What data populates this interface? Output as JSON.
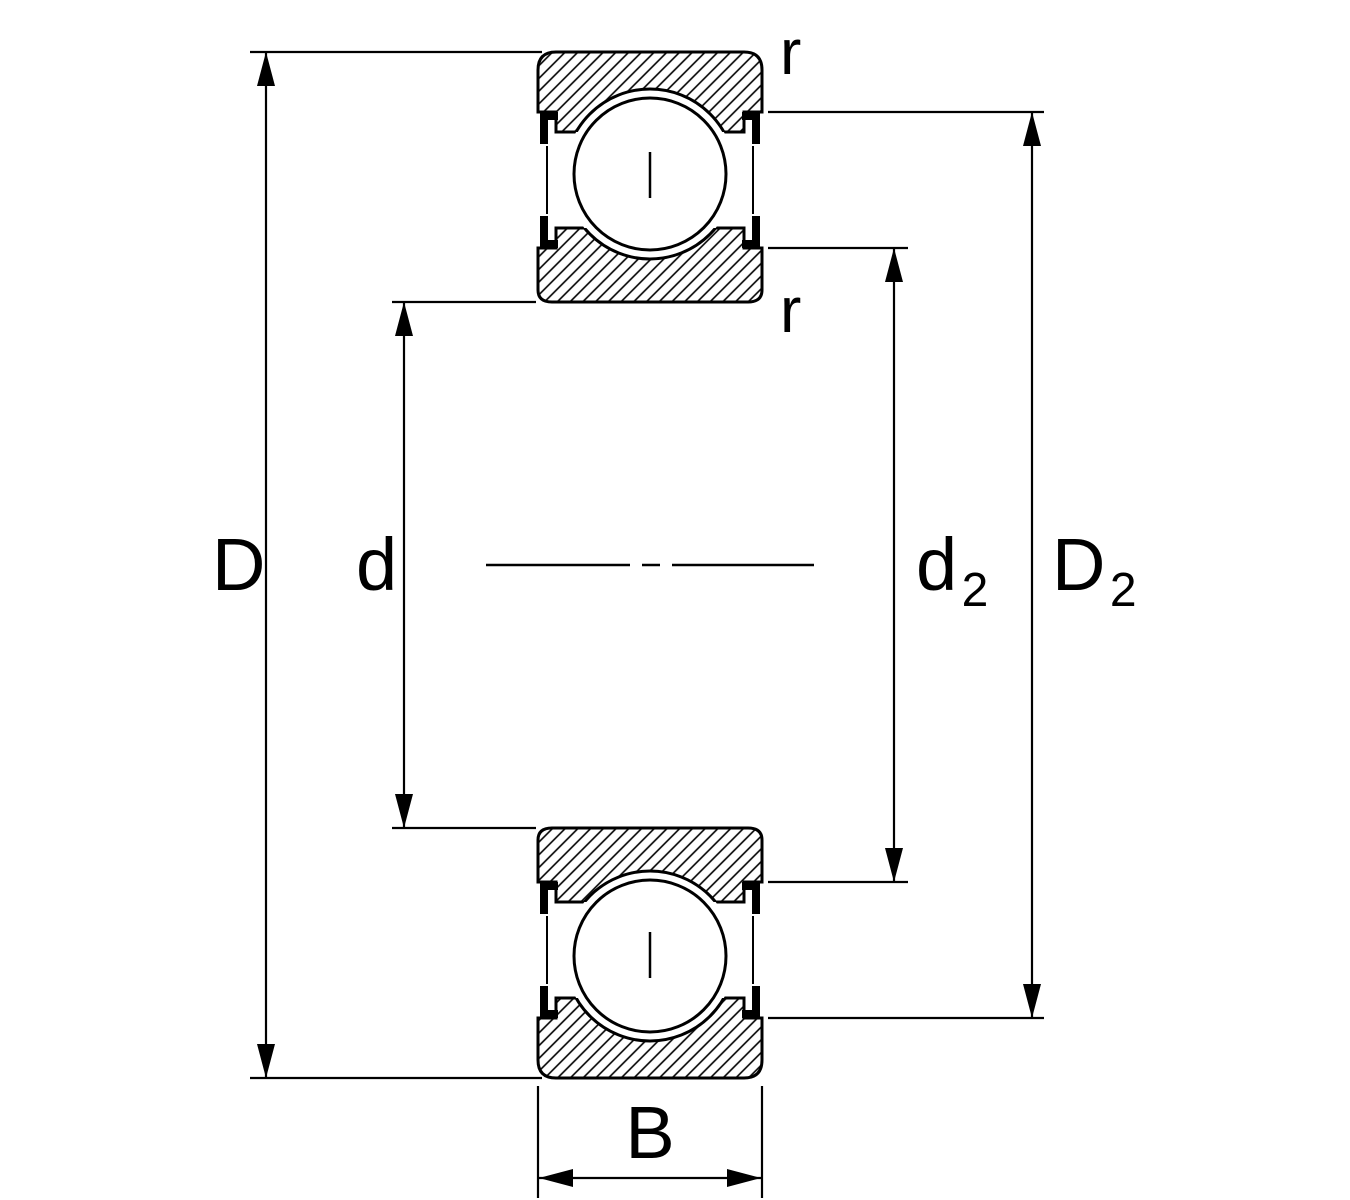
{
  "drawing": {
    "colors": {
      "line": "#000000",
      "background": "#ffffff"
    },
    "labels": {
      "outer_diameter": "D",
      "bore_diameter": "d",
      "inner_shoulder_base": "d",
      "inner_shoulder_sub": "2",
      "outer_shoulder_base": "D",
      "outer_shoulder_sub": "2",
      "width": "B",
      "fillet_top": "r",
      "fillet_inner": "r"
    }
  }
}
